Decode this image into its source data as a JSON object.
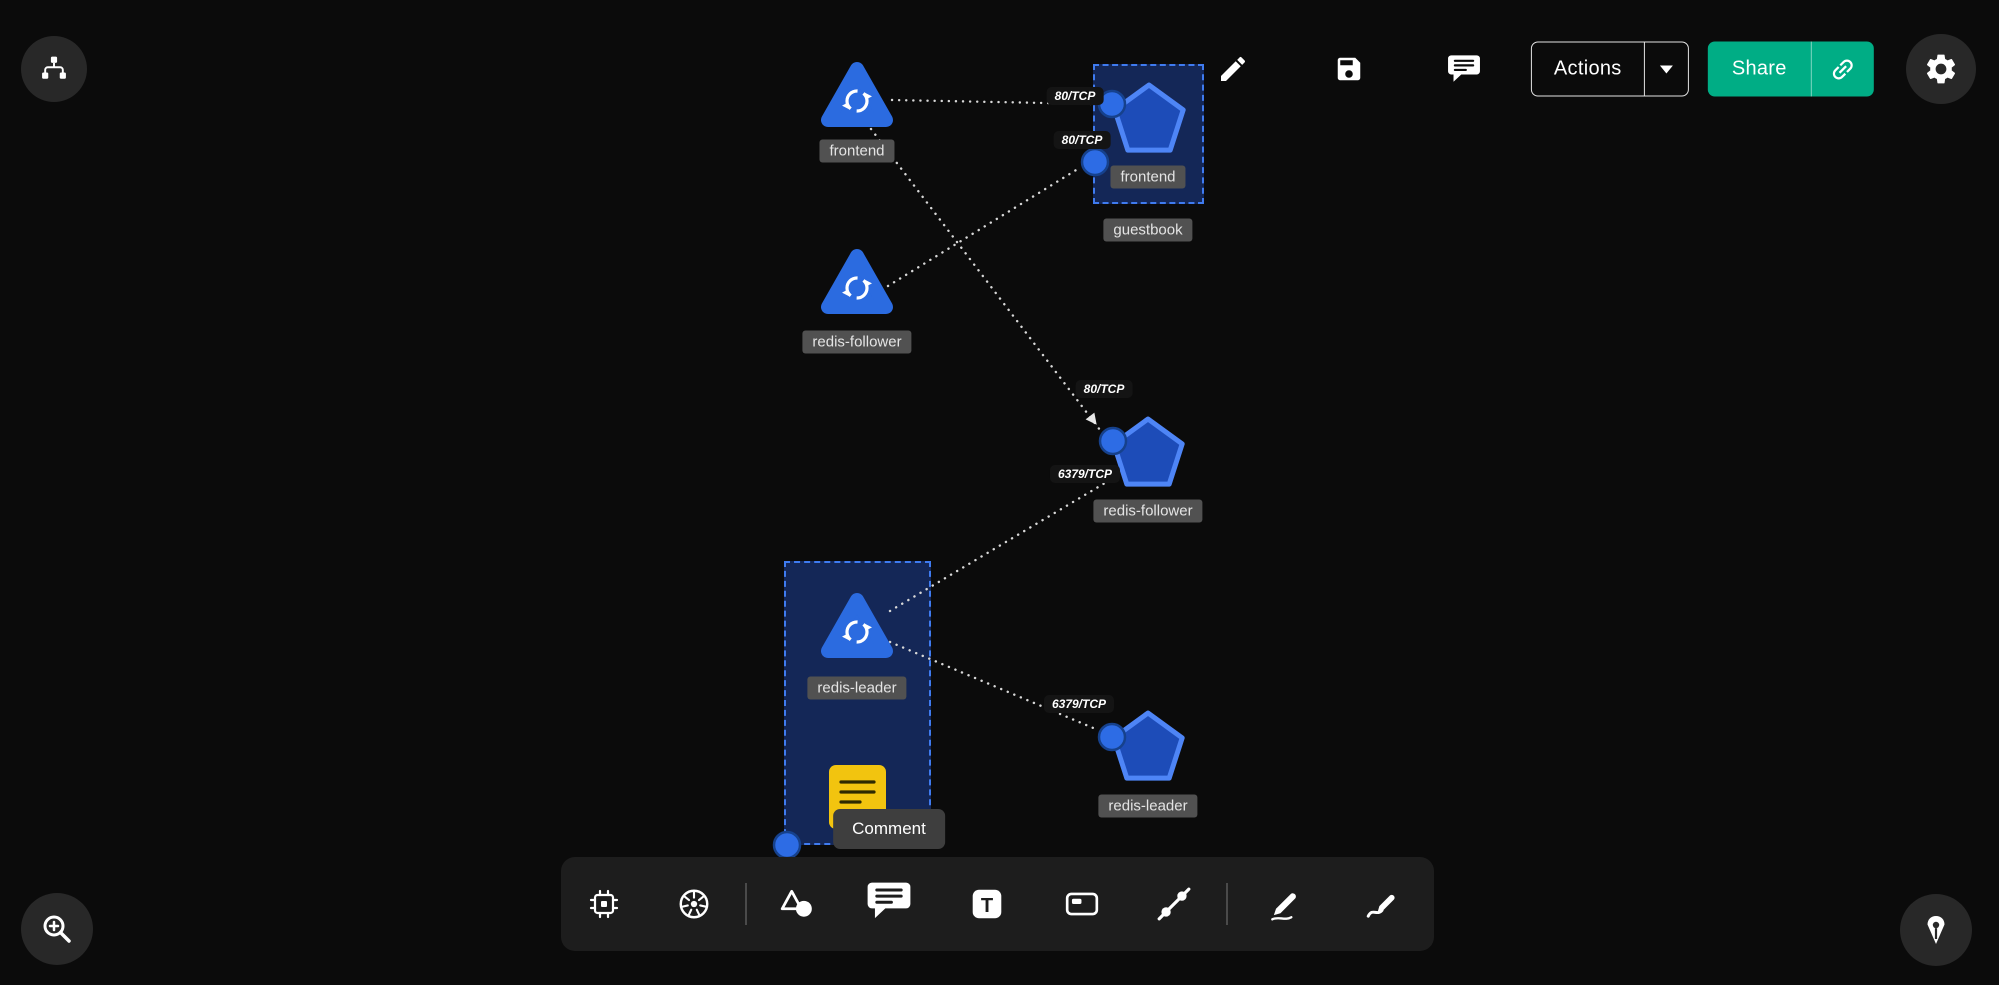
{
  "topbar": {
    "actions_label": "Actions",
    "share_label": "Share",
    "icons": [
      "pencil",
      "save",
      "comment",
      "gear"
    ]
  },
  "tooltip": {
    "text": "Comment"
  },
  "toolbar": {
    "text_glyph": "T",
    "tools": [
      "architecture",
      "kubernetes",
      "shapes",
      "comment",
      "text",
      "card",
      "connection",
      "pen",
      "scribble"
    ],
    "active_tool": "comment"
  },
  "diagram": {
    "deployments": [
      {
        "label": "frontend"
      },
      {
        "label": "redis-follower"
      },
      {
        "label": "redis-leader"
      }
    ],
    "services": [
      {
        "label": "frontend"
      },
      {
        "label": "redis-follower"
      },
      {
        "label": "redis-leader"
      }
    ],
    "group": {
      "label": "guestbook"
    },
    "edges": [
      {
        "label": "80/TCP"
      },
      {
        "label": "80/TCP"
      },
      {
        "label": "80/TCP"
      },
      {
        "label": "6379/TCP"
      },
      {
        "label": "6379/TCP"
      }
    ]
  },
  "colors": {
    "accent_green": "#00ad85",
    "node_blue": "#2b6be0",
    "service_fill": "#1d4cb8",
    "selection_blue": "#3f7bf0",
    "note_yellow": "#f2c40f"
  }
}
